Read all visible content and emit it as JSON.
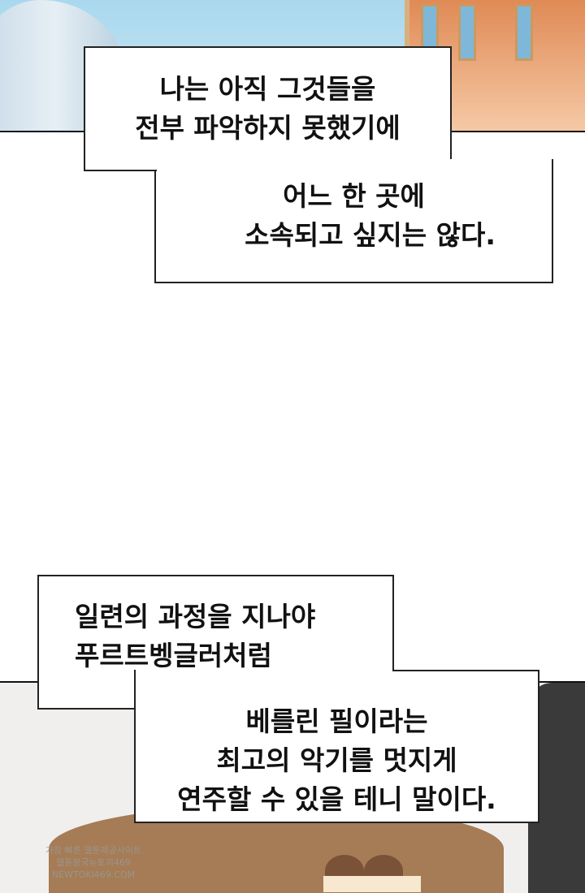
{
  "bubbles": [
    {
      "lines": [
        "나는 아직 그것들을",
        "전부 파악하지 못했기에"
      ]
    },
    {
      "lines": [
        "어느 한 곳에",
        "소속되고 싶지는 않다."
      ]
    },
    {
      "lines": [
        "일련의 과정을 지나야",
        "푸르트벵글러처럼"
      ]
    },
    {
      "lines": [
        "베를린 필이라는",
        "최고의 악기를 멋지게",
        "연주할 수 있을 테니 말이다."
      ]
    }
  ],
  "watermark": {
    "lines": [
      "가장 빠른 웹툰제공사이트",
      "웹툰왕국뉴토끼469",
      "NEWTOKI469.COM"
    ]
  }
}
